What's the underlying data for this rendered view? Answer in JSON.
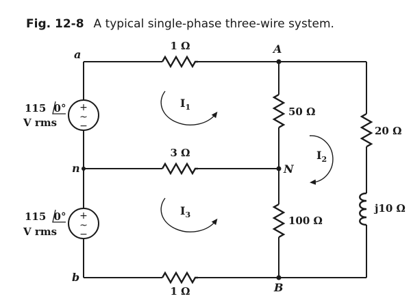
{
  "caption": {
    "label": "Fig. 12-8",
    "text": "A typical single-phase three-wire system."
  },
  "nodes": {
    "a": "a",
    "A": "A",
    "n": "n",
    "N": "N",
    "b": "b",
    "B": "B"
  },
  "components": {
    "r_top": "1 Ω",
    "r_mid": "3 Ω",
    "r_bot": "1 Ω",
    "r_50": "50 Ω",
    "r_100": "100 Ω",
    "r_20": "20 Ω",
    "l_j10": "j10 Ω"
  },
  "sources": {
    "upper": {
      "line1": "115",
      "angle": "0°",
      "line2": "V rms",
      "plus": "+",
      "minus": "−",
      "tilde": "~"
    },
    "lower": {
      "line1": "115",
      "angle": "0°",
      "line2": "V rms",
      "plus": "+",
      "minus": "−",
      "tilde": "~"
    }
  },
  "loops": {
    "I1": {
      "letter": "I",
      "sub": "1"
    },
    "I2": {
      "letter": "I",
      "sub": "2"
    },
    "I3": {
      "letter": "I",
      "sub": "3"
    }
  }
}
